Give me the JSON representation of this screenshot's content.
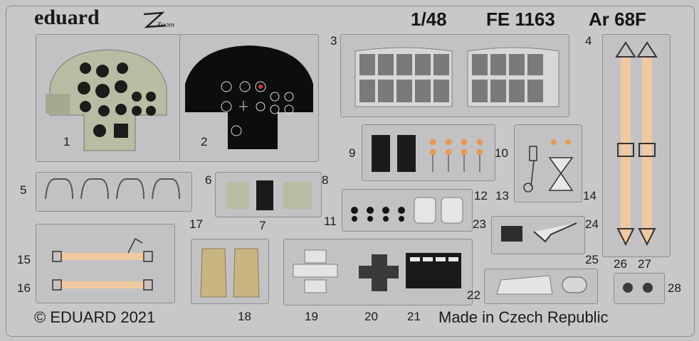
{
  "header": {
    "brand": "eduard",
    "logo_text": "Zoom",
    "scale": "1/48",
    "code": "FE 1163",
    "model": "Ar 68F"
  },
  "footer": {
    "copyright": "© EDUARD 2021",
    "origin": "Made in Czech Republic"
  },
  "part_numbers": [
    "1",
    "2",
    "3",
    "4",
    "5",
    "6",
    "7",
    "8",
    "9",
    "10",
    "11",
    "12",
    "13",
    "14",
    "15",
    "16",
    "17",
    "18",
    "19",
    "20",
    "21",
    "22",
    "23",
    "24",
    "25",
    "26",
    "27",
    "28"
  ],
  "colors": {
    "sheet": "#c6c6c8",
    "panel_green": "#b7bca3",
    "panel_black": "#0d0d0d",
    "belt": "#f0c9a0",
    "seat_pad": "#c8b581"
  }
}
